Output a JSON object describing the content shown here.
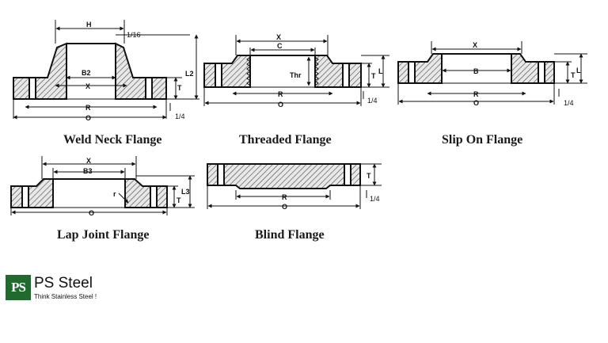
{
  "captions": {
    "weld_neck": "Weld Neck Flange",
    "threaded": "Threaded Flange",
    "slip_on": "Slip On Flange",
    "lap_joint": "Lap Joint Flange",
    "blind": "Blind Flange"
  },
  "labels": {
    "weld_neck": {
      "h": "H",
      "sixteenth": "1/16",
      "b2": "B2",
      "x": "X",
      "l2": "L2",
      "t": "T",
      "r": "R",
      "o": "O",
      "quarter": "1/4"
    },
    "threaded": {
      "x": "X",
      "c": "C",
      "thr": "Thr",
      "t": "T",
      "l": "L",
      "r": "R",
      "o": "O",
      "quarter": "1/4"
    },
    "slip_on": {
      "x": "X",
      "b": "B",
      "t": "T",
      "l": "L",
      "r": "R",
      "o": "O",
      "quarter": "1/4"
    },
    "lap_joint": {
      "x": "X",
      "b3": "B3",
      "r_small": "r",
      "l3": "L3",
      "t": "T",
      "o": "O"
    },
    "blind": {
      "t": "T",
      "r": "R",
      "o": "O",
      "quarter": "1/4"
    }
  },
  "logo": {
    "mark": "PS",
    "name": "PS Steel",
    "tagline": "Think Stainless Steel !"
  },
  "colors": {
    "logo_green": "#1f6a2c",
    "line": "#111111",
    "hatch": "#444444"
  }
}
